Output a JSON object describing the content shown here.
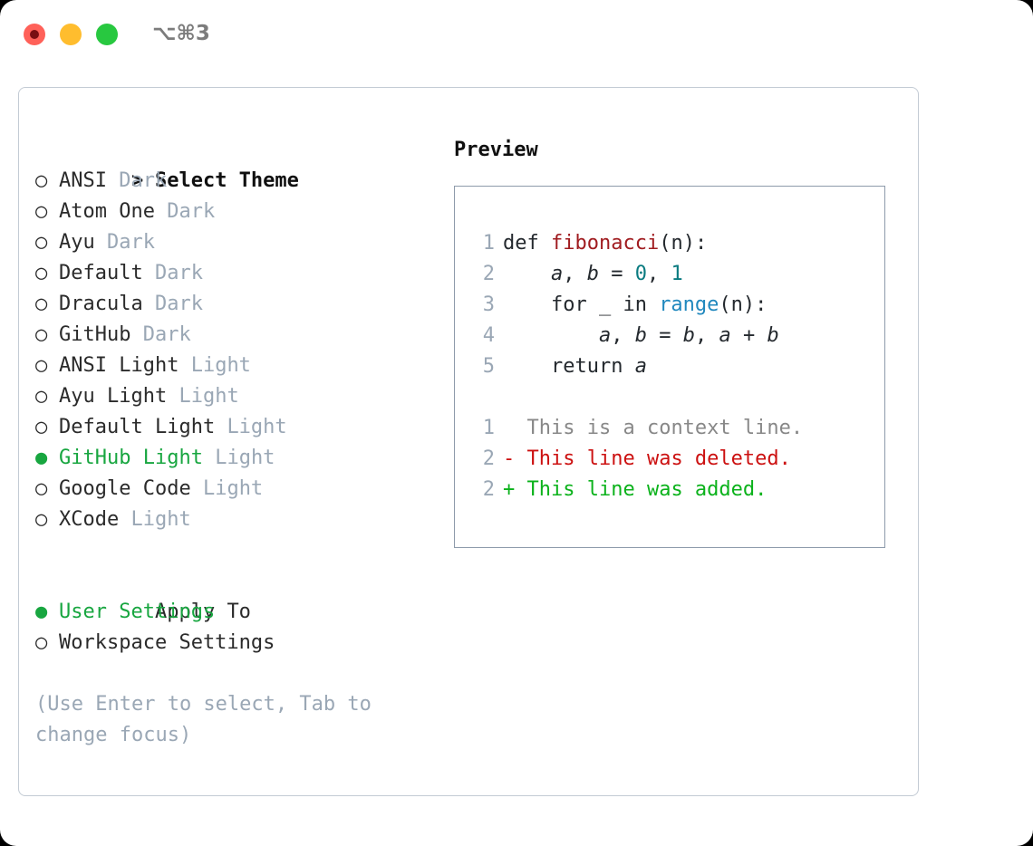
{
  "window": {
    "traffic_lights": [
      "close-dot",
      "minimize-dot",
      "zoom-dot"
    ],
    "shortcut": "⌥⌘3",
    "colors": {
      "close": "#ff6159",
      "minimize": "#ffbd2e",
      "zoom": "#28c840",
      "accent_green": "#18a640",
      "tag_gray": "#9aa7b5",
      "panel_border": "#c3cbd4",
      "preview_border": "#8e9bab"
    }
  },
  "theme_list": {
    "header_marker": ">",
    "header_label": "Select Theme",
    "unselected_marker": "○",
    "selected_marker": "●",
    "items": [
      {
        "marker": "○",
        "label": "ANSI",
        "tag": "Dark",
        "selected": false
      },
      {
        "marker": "○",
        "label": "Atom One",
        "tag": "Dark",
        "selected": false
      },
      {
        "marker": "○",
        "label": "Ayu",
        "tag": "Dark",
        "selected": false
      },
      {
        "marker": "○",
        "label": "Default",
        "tag": "Dark",
        "selected": false
      },
      {
        "marker": "○",
        "label": "Dracula",
        "tag": "Dark",
        "selected": false
      },
      {
        "marker": "○",
        "label": "GitHub",
        "tag": "Dark",
        "selected": false
      },
      {
        "marker": "○",
        "label": "ANSI Light",
        "tag": "Light",
        "selected": false
      },
      {
        "marker": "○",
        "label": "Ayu Light",
        "tag": "Light",
        "selected": false
      },
      {
        "marker": "○",
        "label": "Default Light",
        "tag": "Light",
        "selected": false
      },
      {
        "marker": "●",
        "label": "GitHub Light",
        "tag": "Light",
        "selected": true
      },
      {
        "marker": "○",
        "label": "Google Code",
        "tag": "Light",
        "selected": false
      },
      {
        "marker": "○",
        "label": "XCode",
        "tag": "Light",
        "selected": false
      }
    ]
  },
  "apply_to": {
    "header_label": "Apply To",
    "items": [
      {
        "marker": "●",
        "label": "User Settings",
        "selected": true
      },
      {
        "marker": "○",
        "label": "Workspace Settings",
        "selected": false
      }
    ]
  },
  "hint": "(Use Enter to select, Tab to change focus)",
  "preview": {
    "title": "Preview",
    "code_lines": [
      {
        "no": "1",
        "tokens": [
          {
            "t": "def ",
            "c": "kw"
          },
          {
            "t": "fibonacci",
            "c": "fn"
          },
          {
            "t": "(n):",
            "c": "kw"
          }
        ]
      },
      {
        "no": "2",
        "tokens": [
          {
            "t": "    ",
            "c": "kw"
          },
          {
            "t": "a",
            "c": "var"
          },
          {
            "t": ", ",
            "c": "kw"
          },
          {
            "t": "b",
            "c": "var"
          },
          {
            "t": " = ",
            "c": "kw"
          },
          {
            "t": "0",
            "c": "num"
          },
          {
            "t": ", ",
            "c": "kw"
          },
          {
            "t": "1",
            "c": "num"
          }
        ]
      },
      {
        "no": "3",
        "tokens": [
          {
            "t": "    for _ in ",
            "c": "kw"
          },
          {
            "t": "range",
            "c": "builtin"
          },
          {
            "t": "(n):",
            "c": "kw"
          }
        ]
      },
      {
        "no": "4",
        "tokens": [
          {
            "t": "        ",
            "c": "kw"
          },
          {
            "t": "a",
            "c": "var"
          },
          {
            "t": ", ",
            "c": "kw"
          },
          {
            "t": "b",
            "c": "var"
          },
          {
            "t": " = ",
            "c": "kw"
          },
          {
            "t": "b",
            "c": "var"
          },
          {
            "t": ", ",
            "c": "kw"
          },
          {
            "t": "a",
            "c": "var"
          },
          {
            "t": " + ",
            "c": "kw"
          },
          {
            "t": "b",
            "c": "var"
          }
        ]
      },
      {
        "no": "5",
        "tokens": [
          {
            "t": "    return ",
            "c": "kw"
          },
          {
            "t": "a",
            "c": "var"
          }
        ]
      }
    ],
    "diff_lines": [
      {
        "no": "1",
        "sign": " ",
        "text": "This is a context line.",
        "kind": "context"
      },
      {
        "no": "2",
        "sign": "-",
        "text": "This line was deleted.",
        "kind": "del"
      },
      {
        "no": "2",
        "sign": "+",
        "text": "This line was added.",
        "kind": "add"
      }
    ]
  }
}
